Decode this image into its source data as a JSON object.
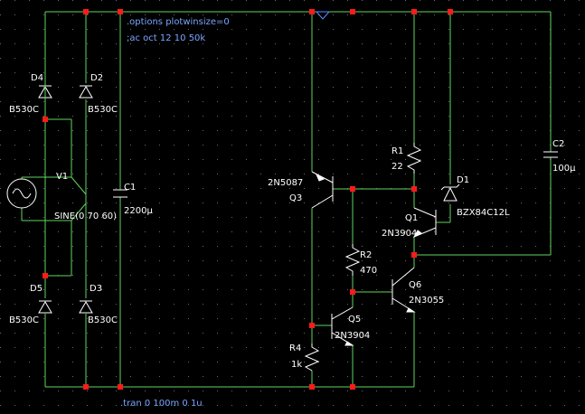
{
  "directives": {
    "options": ".options plotwinsize=0",
    "ac": ";ac oct 12 10 50k",
    "tran": ".tran 0 100m 0 1u"
  },
  "components": {
    "D4": {
      "name": "D4",
      "value": "B530C"
    },
    "D2": {
      "name": "D2",
      "value": "B530C"
    },
    "D5": {
      "name": "D5",
      "value": "B530C"
    },
    "D3": {
      "name": "D3",
      "value": "B530C"
    },
    "V1": {
      "name": "V1",
      "value": "SINE(0 70 60)"
    },
    "C1": {
      "name": "C1",
      "value": "2200µ"
    },
    "C2": {
      "name": "C2",
      "value": "100µ"
    },
    "R1": {
      "name": "R1",
      "value": "22"
    },
    "R2": {
      "name": "R2",
      "value": "470"
    },
    "R4": {
      "name": "R4",
      "value": "1k"
    },
    "D1": {
      "name": "D1",
      "value": "BZX84C12L"
    },
    "Q1": {
      "name": "Q1",
      "value": "2N3904"
    },
    "Q3": {
      "name": "Q3",
      "value": "2N5087"
    },
    "Q5": {
      "name": "Q5",
      "value": "2N3904"
    },
    "Q6": {
      "name": "Q6",
      "value": "2N3055"
    }
  },
  "colors": {
    "background": "#000000",
    "wire": "#5fd35f",
    "component": "#ffffff",
    "node": "#ff1a1a",
    "directive": "#7aa6ff",
    "label": "#ffffff"
  }
}
